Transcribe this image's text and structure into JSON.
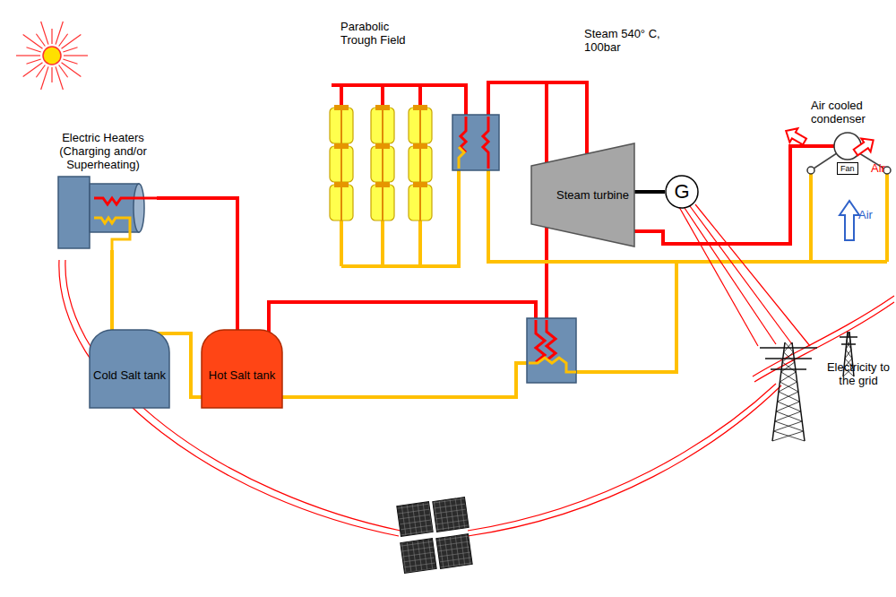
{
  "diagram": {
    "nodes": [
      {
        "text": [
          "Electric Heaters (Charging and/or Superheating)"
        ]
      },
      {
        "text": [
          "Steam turbine"
        ]
      },
      {
        "text": [
          "G"
        ]
      },
      {
        "text": [
          "Fan"
        ]
      },
      {
        "text": [
          "Cold Salt tank"
        ]
      },
      {
        "text": [
          "Hot Salt tank"
        ]
      }
    ],
    "edges": [
      {
        "from": 0,
        "to": 5,
        "arrow": "none"
      },
      {
        "from": 4,
        "to": 0,
        "arrow": "none"
      },
      {
        "from": 1,
        "to": 2,
        "arrow": "none"
      }
    ],
    "labels": [
      "Parabolic Trough Field",
      "Steam 540° C, 100bar",
      "Air cooled condenser",
      "Air",
      "Air",
      "Electricity to the grid"
    ]
  }
}
